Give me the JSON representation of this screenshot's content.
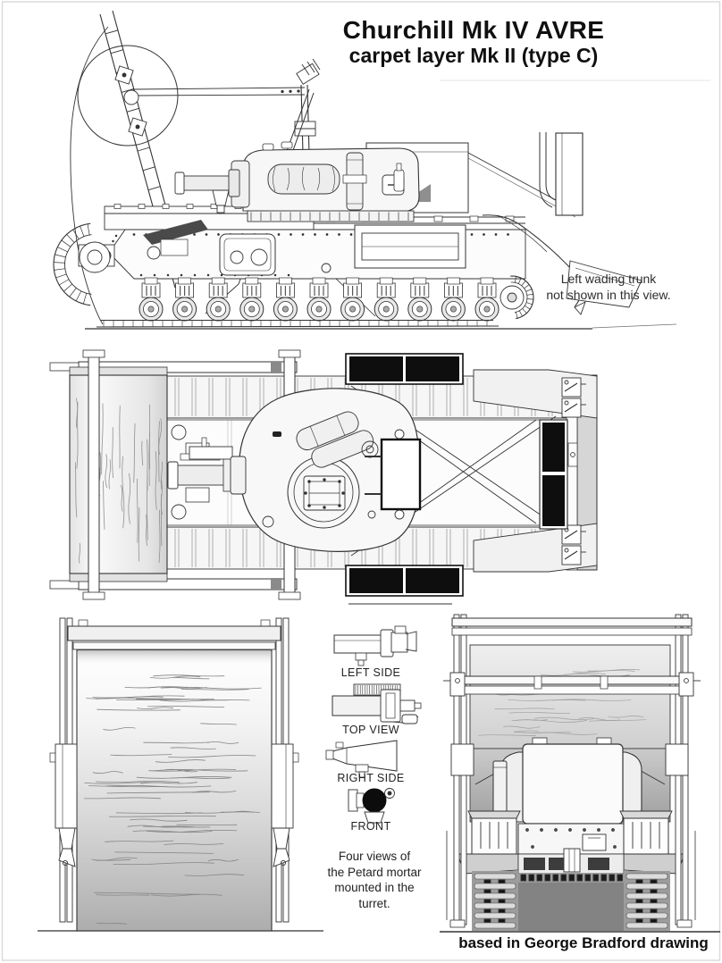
{
  "title": {
    "line1": "Churchill Mk IV AVRE",
    "line2": "carpet layer Mk II (type C)"
  },
  "side_view_note": {
    "line1": "Left wading trunk",
    "line2": "not shown in this view."
  },
  "mortar_views": {
    "labels": [
      "LEFT SIDE",
      "TOP VIEW",
      "RIGHT SIDE",
      "FRONT"
    ],
    "caption_lines": [
      "Four views of",
      "the Petard mortar",
      "mounted in the",
      "turret."
    ]
  },
  "credit": "based in George Bradford drawing",
  "colors": {
    "ink": "#333333",
    "black": "#111111",
    "paper": "#ffffff",
    "light_fill": "#f2f2f2",
    "mid_gray": "#c9c9c9",
    "dark_gray": "#7d7d7d"
  }
}
